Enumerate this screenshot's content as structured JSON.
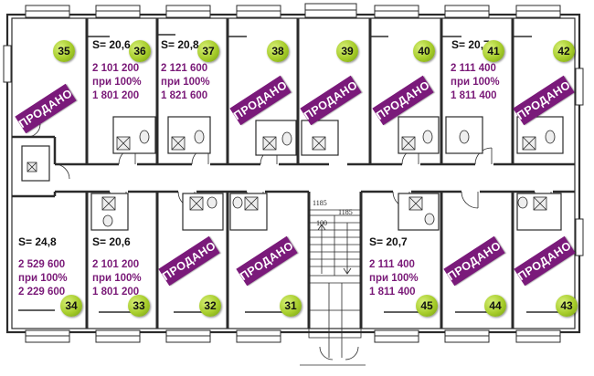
{
  "units": {
    "u35": {
      "number": "35"
    },
    "u36": {
      "number": "36",
      "area": "S= 20,6",
      "price_full": "2 101 200",
      "price_note": "при 100%",
      "price_100": "1 801 200"
    },
    "u37": {
      "number": "37",
      "area": "S= 20,8",
      "price_full": "2 121 600",
      "price_note": "при 100%",
      "price_100": "1 821 600"
    },
    "u38": {
      "number": "38"
    },
    "u39": {
      "number": "39"
    },
    "u40": {
      "number": "40"
    },
    "u41": {
      "number": "41",
      "area": "S= 20,7",
      "price_full": "2 111 400",
      "price_note": "при 100%",
      "price_100": "1 811 400"
    },
    "u42": {
      "number": "42"
    },
    "u34": {
      "number": "34",
      "area": "S= 24,8",
      "price_full": "2 529 600",
      "price_note": "при 100%",
      "price_100": "2 229 600"
    },
    "u33": {
      "number": "33",
      "area": "S= 20,6",
      "price_full": "2 101 200",
      "price_note": "при 100%",
      "price_100": "1 801 200"
    },
    "u32": {
      "number": "32"
    },
    "u31": {
      "number": "31"
    },
    "u45": {
      "number": "45",
      "area": "S= 20,7",
      "price_full": "2 111 400",
      "price_note": "при 100%",
      "price_100": "1 811 400"
    },
    "u44": {
      "number": "44"
    },
    "u43": {
      "number": "43"
    }
  },
  "sold_label": "ПРОДАНО",
  "stair_dims": {
    "d1": "1185",
    "d2": "1185",
    "d3": "100"
  },
  "colors": {
    "sold_bg": "#7a1a7a",
    "price_text": "#7a1a78",
    "badge": "#a6cc2a",
    "wall": "#2b2b2b"
  }
}
